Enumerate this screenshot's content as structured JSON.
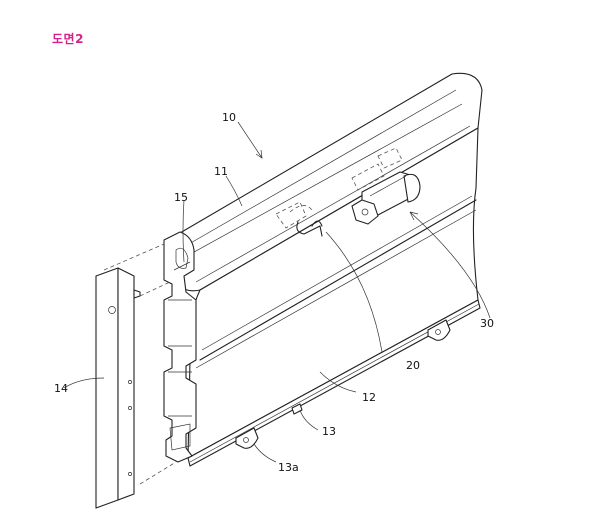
{
  "header": {
    "figure_label": "도면2"
  },
  "labels": {
    "l10": "10",
    "l11": "11",
    "l12": "12",
    "l13": "13",
    "l13a": "13a",
    "l14": "14",
    "l15": "15",
    "l20": "20",
    "l30": "30"
  }
}
